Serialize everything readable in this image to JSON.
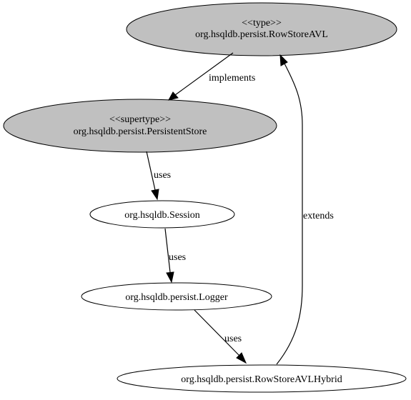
{
  "colors": {
    "typed_node_fill": "#c0c0c0",
    "plain_node_fill": "#ffffff",
    "stroke": "#000000"
  },
  "nodes": {
    "rowstoreavl": {
      "stereotype": "<<type>>",
      "label": "org.hsqldb.persist.RowStoreAVL"
    },
    "persistentstore": {
      "stereotype": "<<supertype>>",
      "label": "org.hsqldb.persist.PersistentStore"
    },
    "session": {
      "label": "org.hsqldb.Session"
    },
    "logger": {
      "label": "org.hsqldb.persist.Logger"
    },
    "rowstoreavlhybrid": {
      "label": "org.hsqldb.persist.RowStoreAVLHybrid"
    }
  },
  "edges": {
    "implements": {
      "label": "implements"
    },
    "uses_store_session": {
      "label": "uses"
    },
    "uses_session_logger": {
      "label": "uses"
    },
    "uses_logger_hybrid": {
      "label": "uses"
    },
    "extends": {
      "label": "extends"
    }
  }
}
